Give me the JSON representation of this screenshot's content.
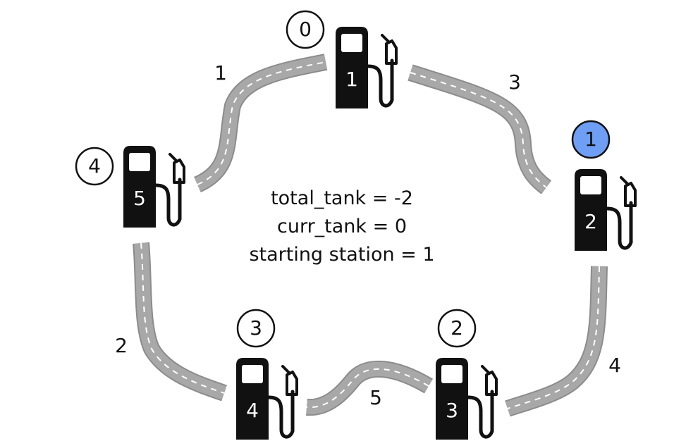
{
  "status": {
    "total_tank": "total_tank = -2",
    "curr_tank": "curr_tank = 0",
    "starting_station": "starting station = 1"
  },
  "stations": [
    {
      "index": "0",
      "gas": "1",
      "highlighted": false
    },
    {
      "index": "1",
      "gas": "2",
      "highlighted": true
    },
    {
      "index": "2",
      "gas": "3",
      "highlighted": false
    },
    {
      "index": "3",
      "gas": "4",
      "highlighted": false
    },
    {
      "index": "4",
      "gas": "5",
      "highlighted": false
    }
  ],
  "roads": [
    {
      "from": "0",
      "to": "1",
      "cost": "3"
    },
    {
      "from": "1",
      "to": "2",
      "cost": "4"
    },
    {
      "from": "2",
      "to": "3",
      "cost": "5"
    },
    {
      "from": "3",
      "to": "4",
      "cost": "2"
    },
    {
      "from": "4",
      "to": "0",
      "cost": "1"
    }
  ],
  "colors": {
    "pump": "#111111",
    "road": "#a8a8a8",
    "road_dash": "#ffffff",
    "highlight": "#6f9ef5"
  }
}
